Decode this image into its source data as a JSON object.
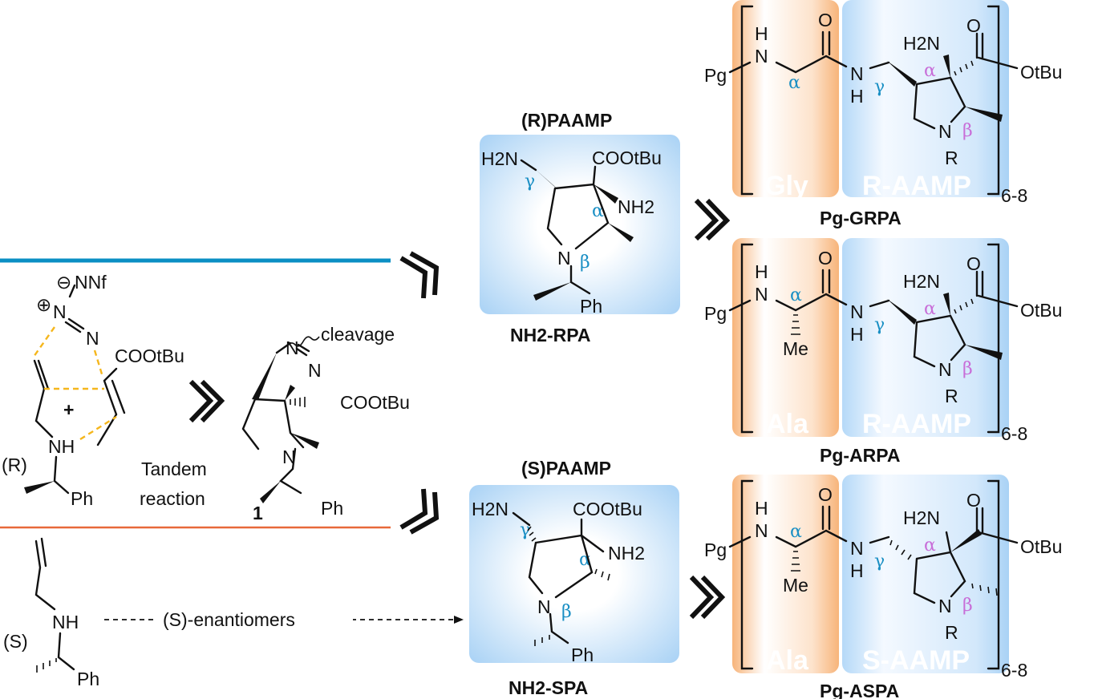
{
  "colors": {
    "blue_line": "#0b8fc4",
    "orange_line": "#e8693a",
    "gly_box": "#f7b47a",
    "aamp_box": "#a9d2f5",
    "greek_blue": "#1a8fc4",
    "greek_magenta": "#c86ed8",
    "transition_dash": "#f5b61c"
  },
  "reactant_R": {
    "anion": "NNf",
    "n1": "N",
    "n2": "N",
    "ester": "COOtBu",
    "amine": "NH",
    "stereo": "(R)",
    "ph": "Ph",
    "plus": "+",
    "minus_sign": "⊖",
    "plus_sign": "⊕"
  },
  "tandem": {
    "line1": "Tandem",
    "line2": "reaction"
  },
  "compound1": {
    "n1": "N",
    "n2": "N",
    "cleavage": "cleavage",
    "ester": "COOtBu",
    "n_ring": "N",
    "ph": "Ph",
    "number": "1"
  },
  "reactant_S": {
    "amine": "NH",
    "stereo": "(S)",
    "ph": "Ph",
    "enantiomers": "(S)-enantiomers"
  },
  "aamp_R": {
    "title": "(R)PAAMP",
    "h2n": "H2N",
    "ester": "COOtBu",
    "nh2": "NH2",
    "n": "N",
    "ph": "Ph",
    "gamma": "γ",
    "alpha": "α",
    "beta": "β",
    "name": "NH2-RPA"
  },
  "aamp_S": {
    "title": "(S)PAAMP",
    "h2n": "H2N",
    "ester": "COOtBu",
    "nh2": "NH2",
    "n": "N",
    "ph": "Ph",
    "gamma": "γ",
    "alpha": "α",
    "beta": "β",
    "name": "NH2-SPA"
  },
  "peptides": [
    {
      "name": "Pg-GRPA",
      "residue1": "Gly",
      "residue2": "R-AAMP",
      "repeat": "6-8",
      "pg": "Pg",
      "side_chain": ""
    },
    {
      "name": "Pg-ARPA",
      "residue1": "Ala",
      "residue2": "R-AAMP",
      "repeat": "6-8",
      "pg": "Pg",
      "side_chain": "Me"
    },
    {
      "name": "Pg-ASPA",
      "residue1": "Ala",
      "residue2": "S-AAMP",
      "repeat": "6-8",
      "pg": "Pg",
      "side_chain": "Me"
    }
  ],
  "peptide_atoms": {
    "h": "H",
    "n": "N",
    "o": "O",
    "h2n": "H2N",
    "otbu": "OtBu",
    "r": "R",
    "alpha": "α",
    "gamma": "γ",
    "beta": "β"
  }
}
